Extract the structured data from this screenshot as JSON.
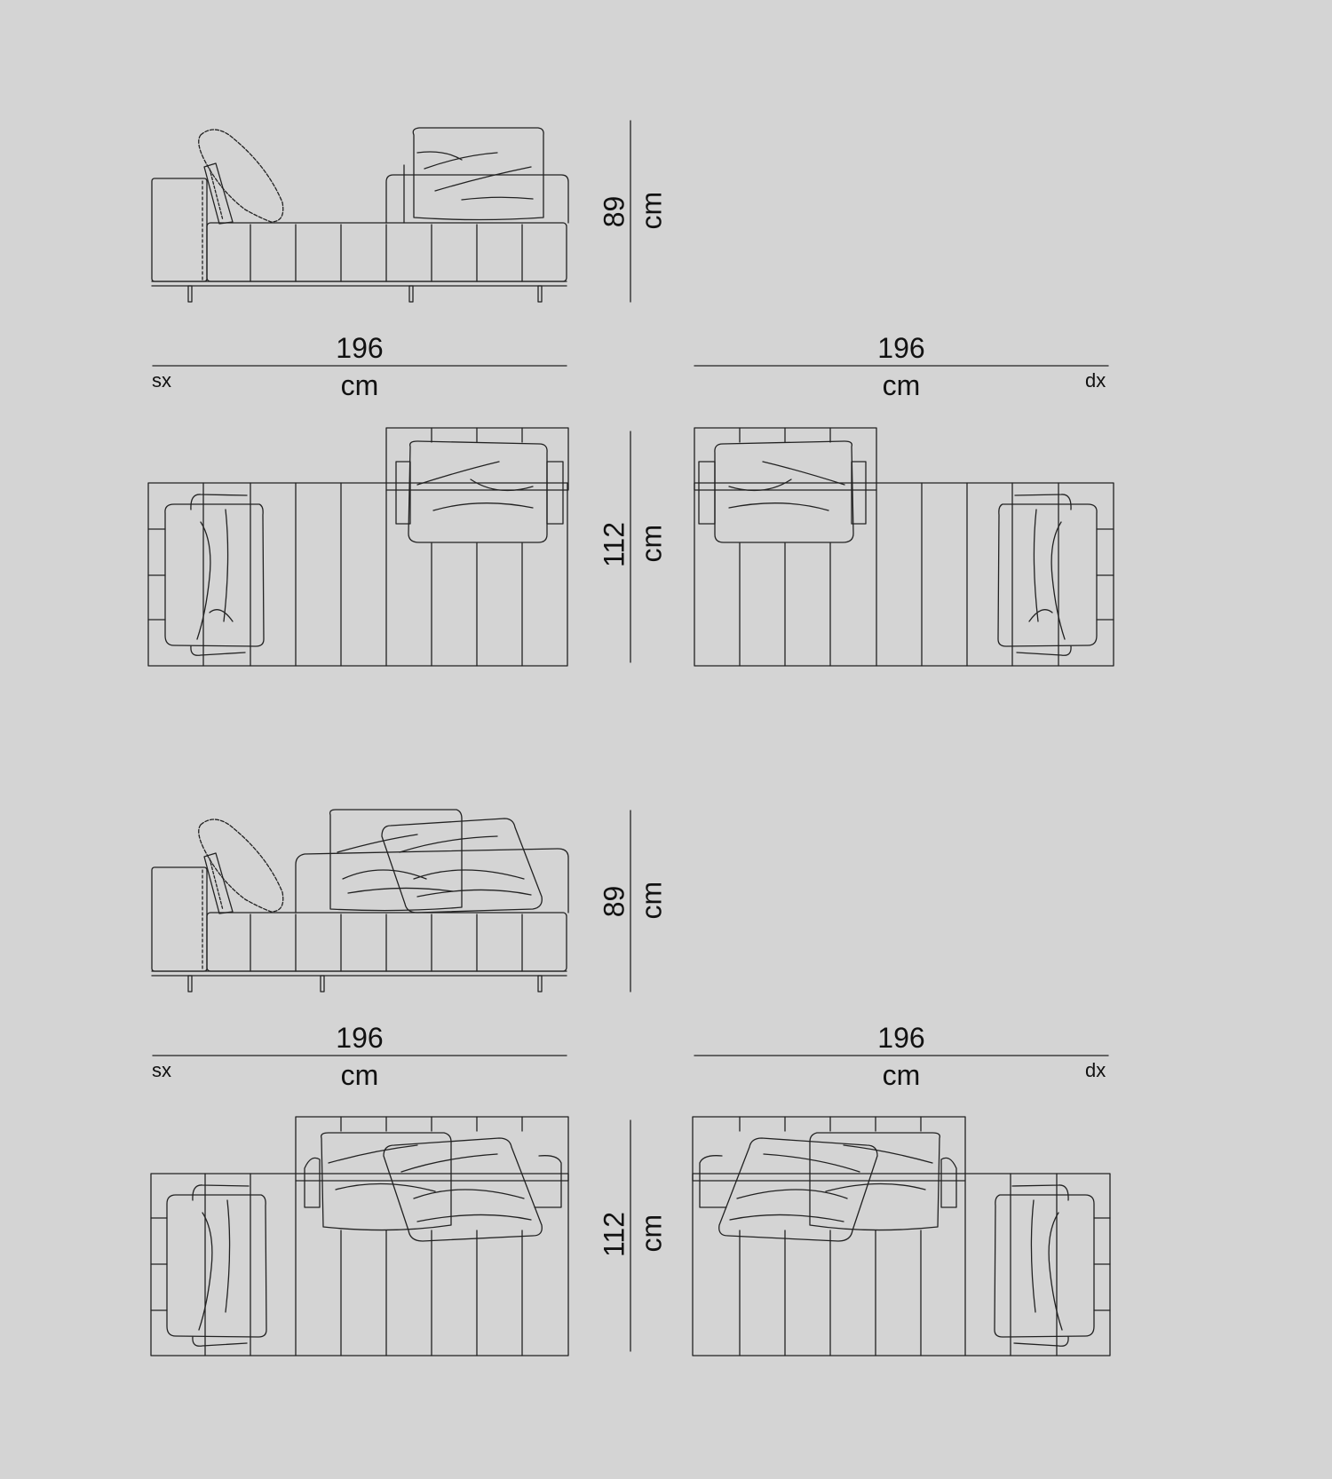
{
  "diagram": {
    "unit": "cm",
    "configurations": [
      {
        "height_value": "89",
        "width_value": "196",
        "depth_value": "112",
        "variants": [
          {
            "side": "sx",
            "width_value": "196"
          },
          {
            "side": "dx",
            "width_value": "196"
          }
        ]
      },
      {
        "height_value": "89",
        "width_value": "196",
        "depth_value": "112",
        "variants": [
          {
            "side": "sx",
            "width_value": "196"
          },
          {
            "side": "dx",
            "width_value": "196"
          }
        ]
      }
    ]
  },
  "colors": {
    "background": "#d4d4d4",
    "line": "#222222"
  }
}
